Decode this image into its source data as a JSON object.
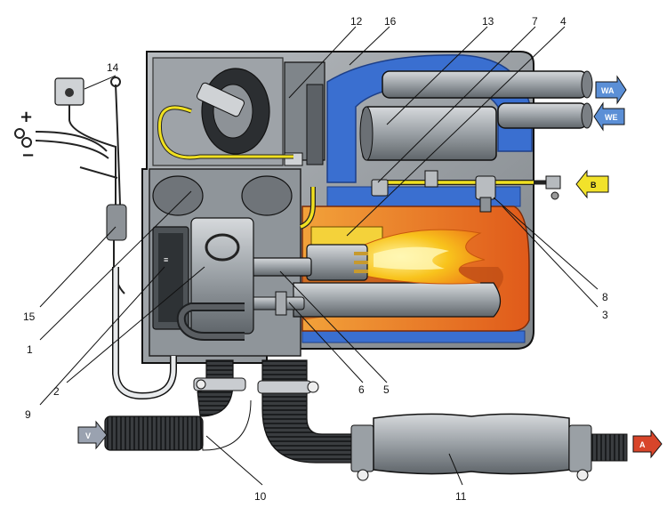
{
  "callouts": {
    "n1": "1",
    "n2": "2",
    "n3": "3",
    "n4": "4",
    "n5": "5",
    "n6": "6",
    "n7": "7",
    "n8": "8",
    "n9": "9",
    "n10": "10",
    "n11": "11",
    "n12": "12",
    "n13": "13",
    "n14": "14",
    "n15": "15",
    "n16": "16"
  },
  "arrow_tags": {
    "wa": "WA",
    "we": "WE",
    "b": "B",
    "v": "V",
    "a": "A"
  },
  "wire_signs": {
    "plus": "+",
    "minus": "−"
  },
  "colors": {
    "water_jacket": "#3a6fd0",
    "exhaust_hot": "#e8641e",
    "flame": "#f7c21a",
    "fuel_line": "#f0e020",
    "housing": "#8c9196",
    "outline": "#111111",
    "arrow_blue": "#5b8fd6",
    "arrow_yellow": "#f2e22a",
    "arrow_red": "#d8452a",
    "arrow_gray": "#9aa2b0"
  }
}
